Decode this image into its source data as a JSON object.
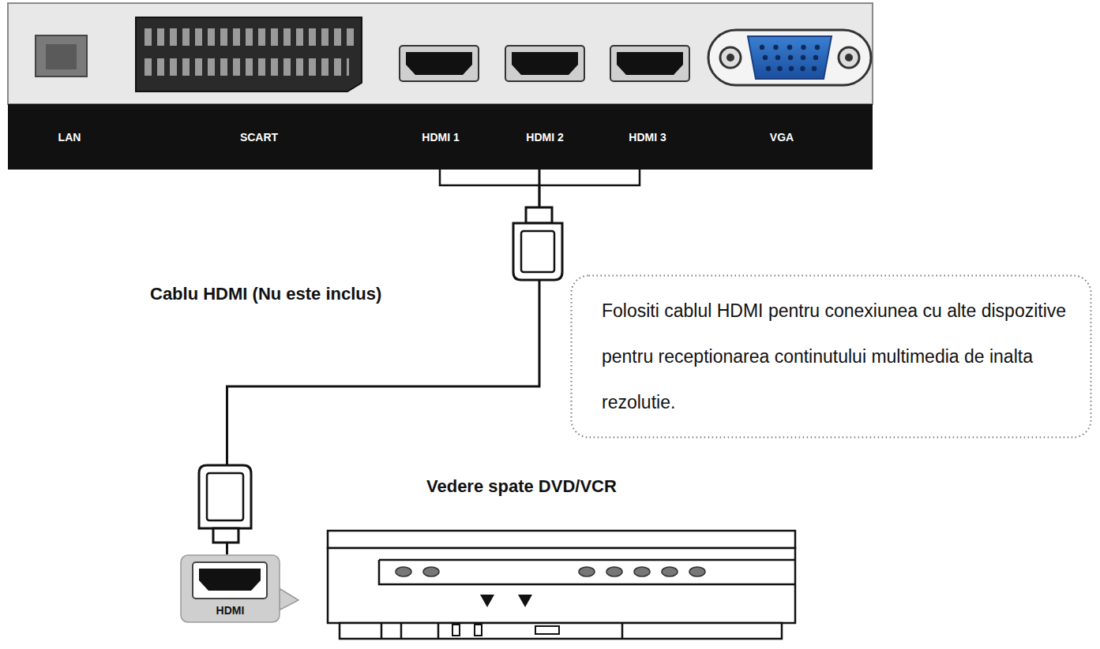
{
  "diagram": {
    "nodes": [
      {
        "text": [
          "LAN",
          "SCART",
          "HDMI 1",
          "HDMI 2",
          "HDMI 3",
          "VGA"
        ]
      },
      {
        "text": [
          "Folositi cablul HDMI pentru conexiunea cu alte dispozitive pentru receptionarea continutului multimedia de inalta rezolutie."
        ]
      },
      {
        "text": [
          "HDMI"
        ]
      }
    ],
    "edges": [
      {
        "from": 0,
        "to": 2,
        "arrow": "none",
        "label": "Cablu HDMI (Nu este inclus)"
      }
    ],
    "labels": [
      "Vedere spate DVD/VCR"
    ]
  }
}
